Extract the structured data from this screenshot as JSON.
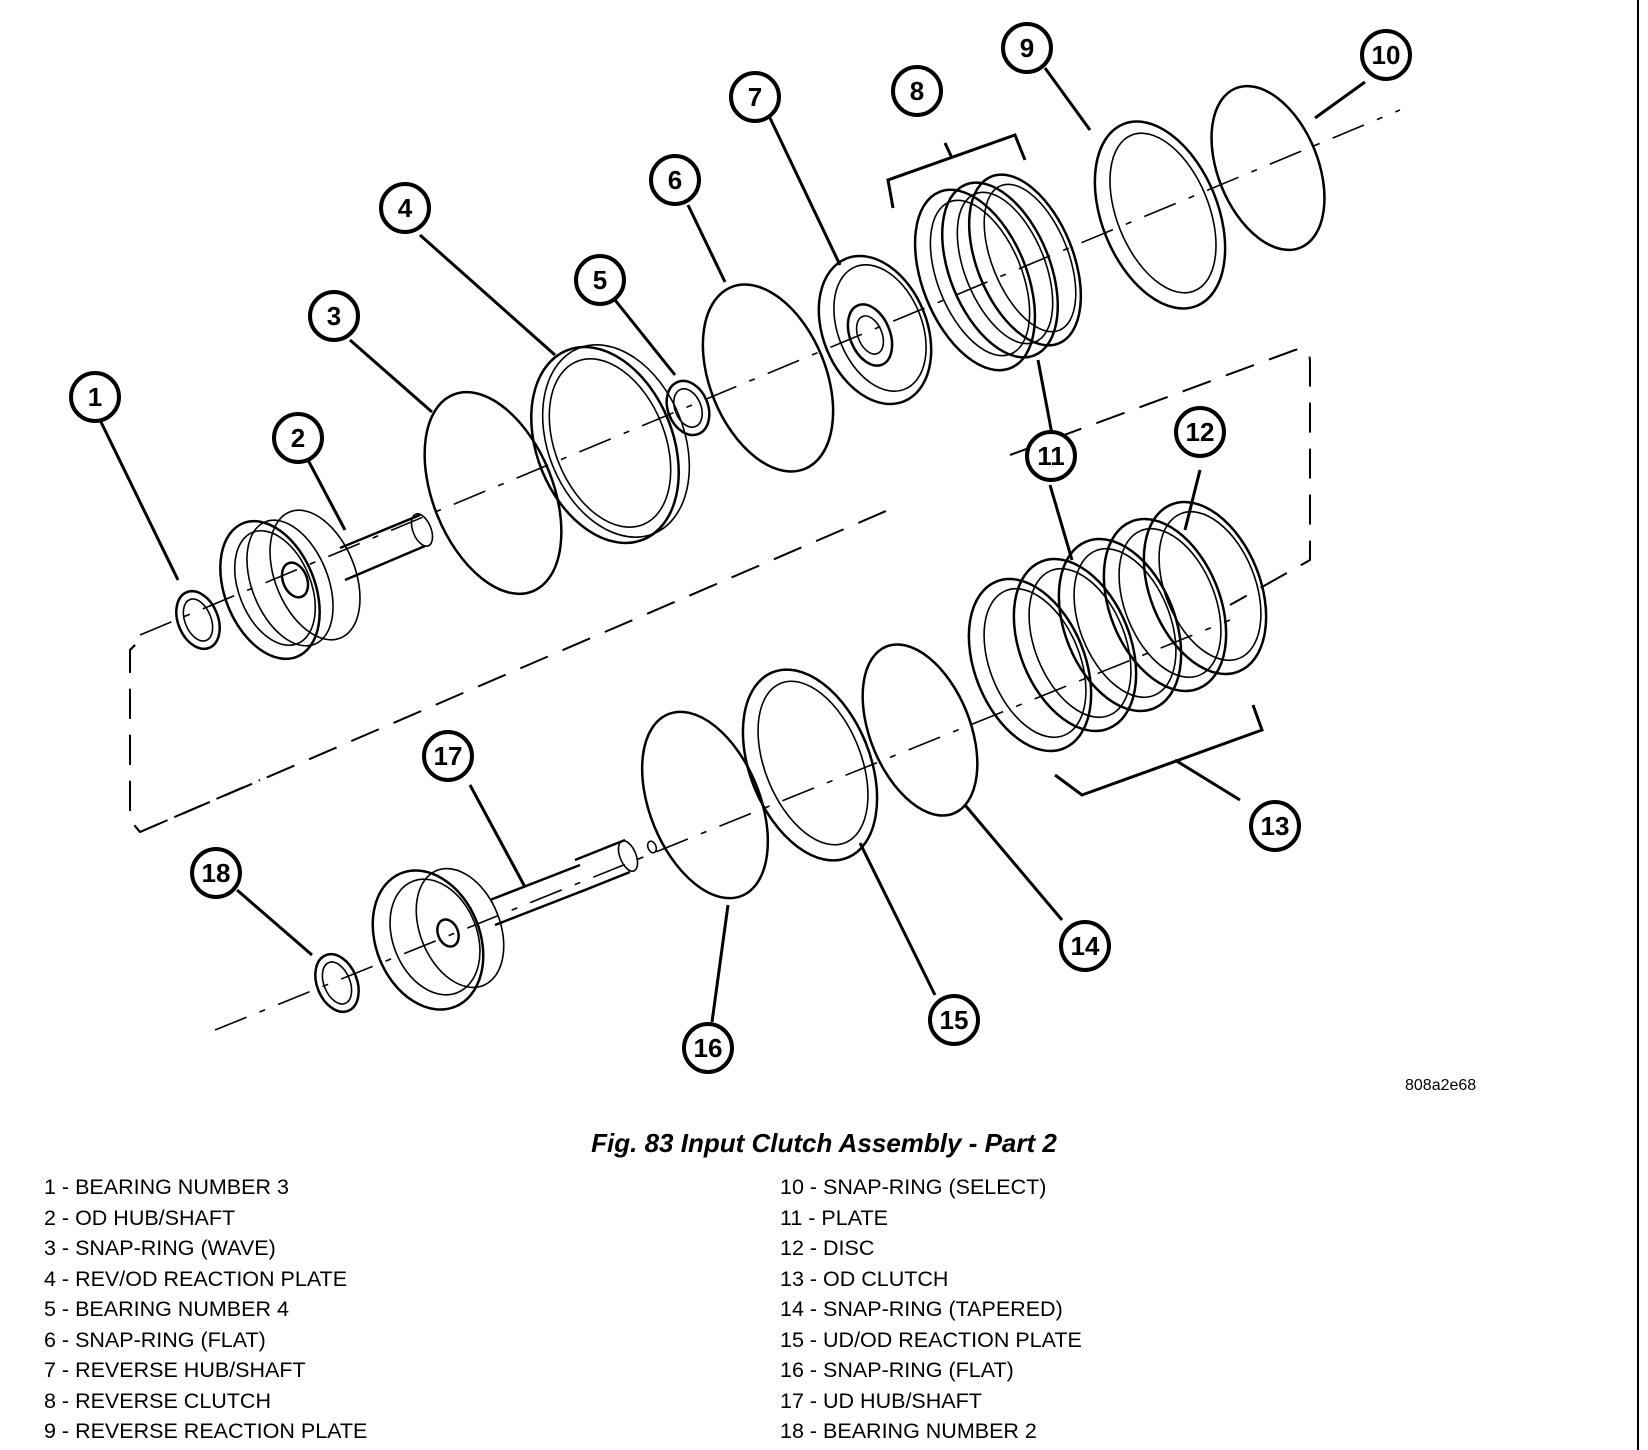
{
  "callouts": [
    "1",
    "2",
    "3",
    "4",
    "5",
    "6",
    "7",
    "8",
    "9",
    "10",
    "11",
    "12",
    "13",
    "14",
    "15",
    "16",
    "17",
    "18"
  ],
  "image_code": "808a2e68",
  "figure_caption": "Fig. 83 Input Clutch Assembly - Part 2",
  "legend": {
    "left": [
      "1 - BEARING NUMBER 3",
      "2 - OD HUB/SHAFT",
      "3 - SNAP-RING (WAVE)",
      "4 - REV/OD REACTION PLATE",
      "5 - BEARING NUMBER 4",
      "6 - SNAP-RING (FLAT)",
      "7 - REVERSE HUB/SHAFT",
      "8 - REVERSE CLUTCH",
      "9 - REVERSE REACTION PLATE"
    ],
    "right": [
      "10 - SNAP-RING (SELECT)",
      "11 - PLATE",
      "12 - DISC",
      "13 - OD CLUTCH",
      "14 - SNAP-RING (TAPERED)",
      "15 - UD/OD REACTION PLATE",
      "16 - SNAP-RING (FLAT)",
      "17 - UD HUB/SHAFT",
      "18 - BEARING NUMBER 2"
    ]
  }
}
